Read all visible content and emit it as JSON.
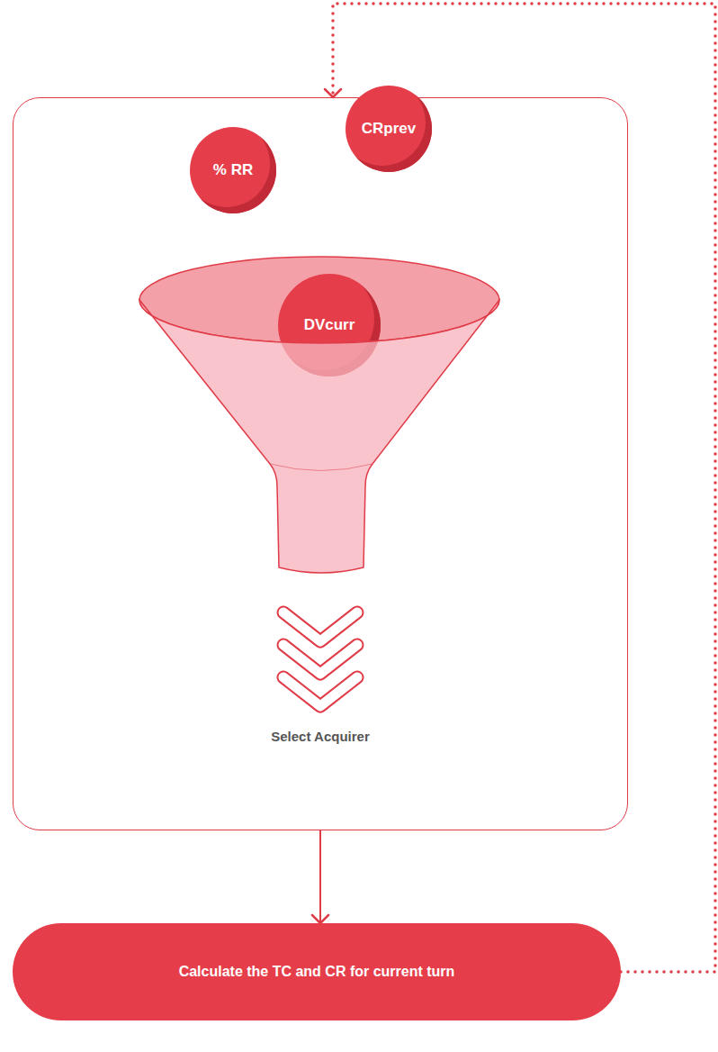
{
  "diagram": {
    "nodes": [
      {
        "text": [
          "Select Acquirer"
        ]
      },
      {
        "text": [
          "CRprev"
        ],
        "in": 0
      },
      {
        "text": [
          "% RR"
        ],
        "in": 0
      },
      {
        "text": [
          "DVcurr"
        ],
        "in": 0
      },
      {
        "text": [
          "Calculate the TC and CR for current turn"
        ]
      }
    ],
    "edges": [
      {
        "from": 0,
        "to": 4,
        "arrow": "to"
      },
      {
        "from": 4,
        "to": 0,
        "arrow": "to"
      }
    ]
  }
}
